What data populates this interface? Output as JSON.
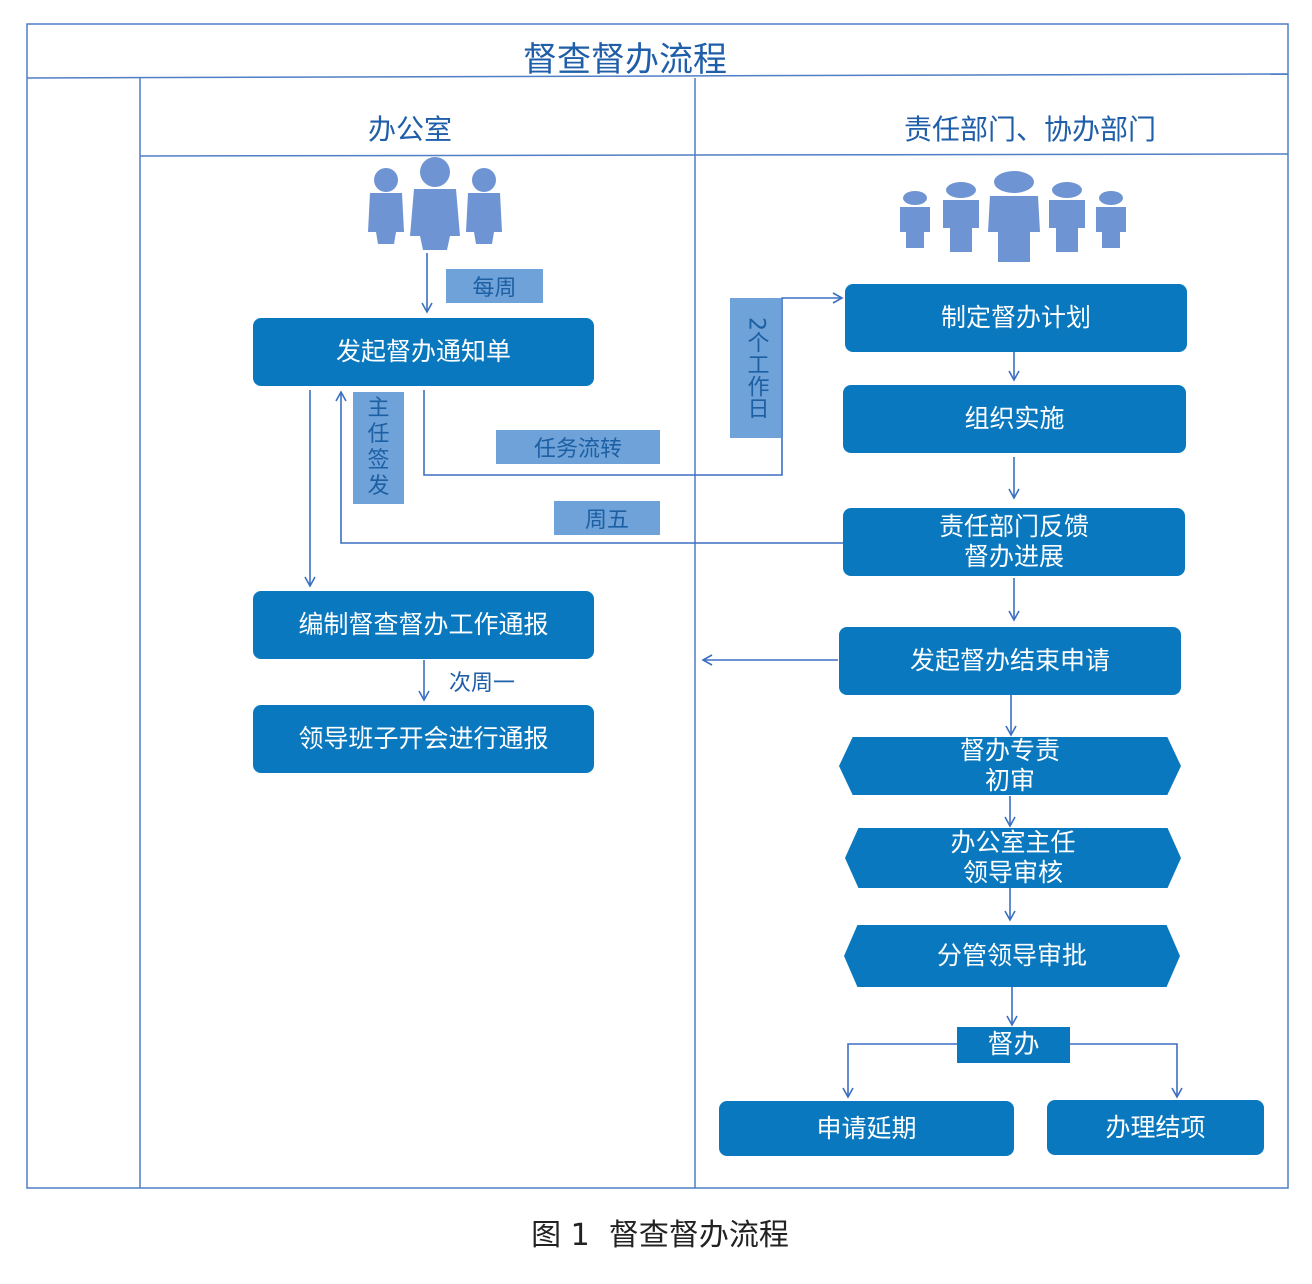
{
  "title": "督查督办流程",
  "lanes": {
    "left": "办公室",
    "right": "责任部门、协办部门"
  },
  "left_steps": {
    "issue_notice": "发起督办通知单",
    "compile_report": "编制督查督办工作通报",
    "leadership_meeting": "领导班子开会进行通报"
  },
  "right_steps": {
    "make_plan": "制定督办计划",
    "implement": "组织实施",
    "feedback": "责任部门反馈\n督办进展",
    "close_request": "发起督办结束申请",
    "initial_review": "督办专责\n初审",
    "office_review": "办公室主任\n领导审核",
    "approve": "分管领导审批",
    "ducban": "督办",
    "extend": "申请延期",
    "complete": "办理结项"
  },
  "tags": {
    "weekly": "每周",
    "director_sign": "主\n任\n签\n发",
    "task_transfer": "任务流转",
    "friday": "周五",
    "two_days": "2个工作日",
    "next_monday": "次周一"
  },
  "caption": "图 1  督查督办流程",
  "colors": {
    "box": "#0a78bf",
    "tag": "#6fa2d8",
    "line": "#3b6fc2",
    "frame": "#4f7fc6",
    "icon": "#6f94d3"
  }
}
